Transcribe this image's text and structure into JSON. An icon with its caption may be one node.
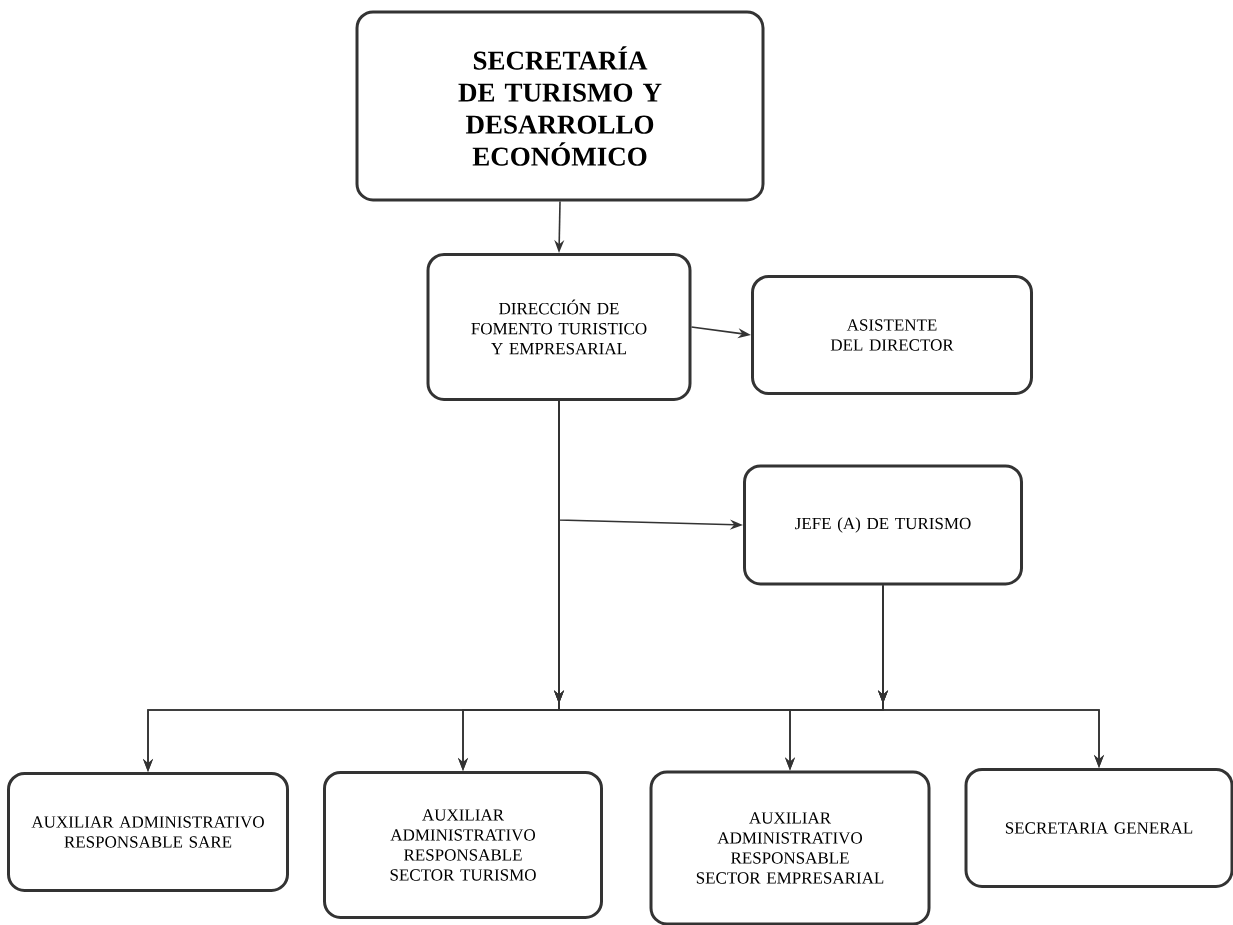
{
  "diagram": {
    "nodes": [
      {
        "text": [
          "SECRETARÍA DE TURISMO Y DESARROLLO ECONÓMICO"
        ]
      },
      {
        "text": [
          "DIRECCIÓN DE FOMENTO TURISTICO Y EMPRESARIAL"
        ]
      },
      {
        "text": [
          "ASISTENTE DEL DIRECTOR"
        ]
      },
      {
        "text": [
          "JEFE (A) DE TURISMO"
        ]
      },
      {
        "text": [
          "AUXILIAR ADMINISTRATIVO RESPONSABLE SARE"
        ]
      },
      {
        "text": [
          "AUXILIAR ADMINISTRATIVO RESPONSABLE SECTOR TURISMO"
        ]
      },
      {
        "text": [
          "AUXILIAR ADMINISTRATIVO RESPONSABLE SECTOR EMPRESARIAL"
        ]
      },
      {
        "text": [
          "SECRETARIA GENERAL"
        ]
      }
    ],
    "edges": [
      {
        "from": 0,
        "to": 1,
        "arrow": "to"
      },
      {
        "from": 1,
        "to": 2,
        "arrow": "to"
      },
      {
        "from": 1,
        "to": 3,
        "arrow": "to"
      },
      {
        "from": 1,
        "to": 4,
        "arrow": "to"
      },
      {
        "from": 1,
        "to": 5,
        "arrow": "to"
      },
      {
        "from": 1,
        "to": 6,
        "arrow": "to"
      },
      {
        "from": 1,
        "to": 7,
        "arrow": "to"
      },
      {
        "from": 3,
        "to": 4,
        "arrow": "to"
      },
      {
        "from": 3,
        "to": 5,
        "arrow": "to"
      },
      {
        "from": 3,
        "to": 6,
        "arrow": "to"
      },
      {
        "from": 3,
        "to": 7,
        "arrow": "to"
      }
    ]
  }
}
